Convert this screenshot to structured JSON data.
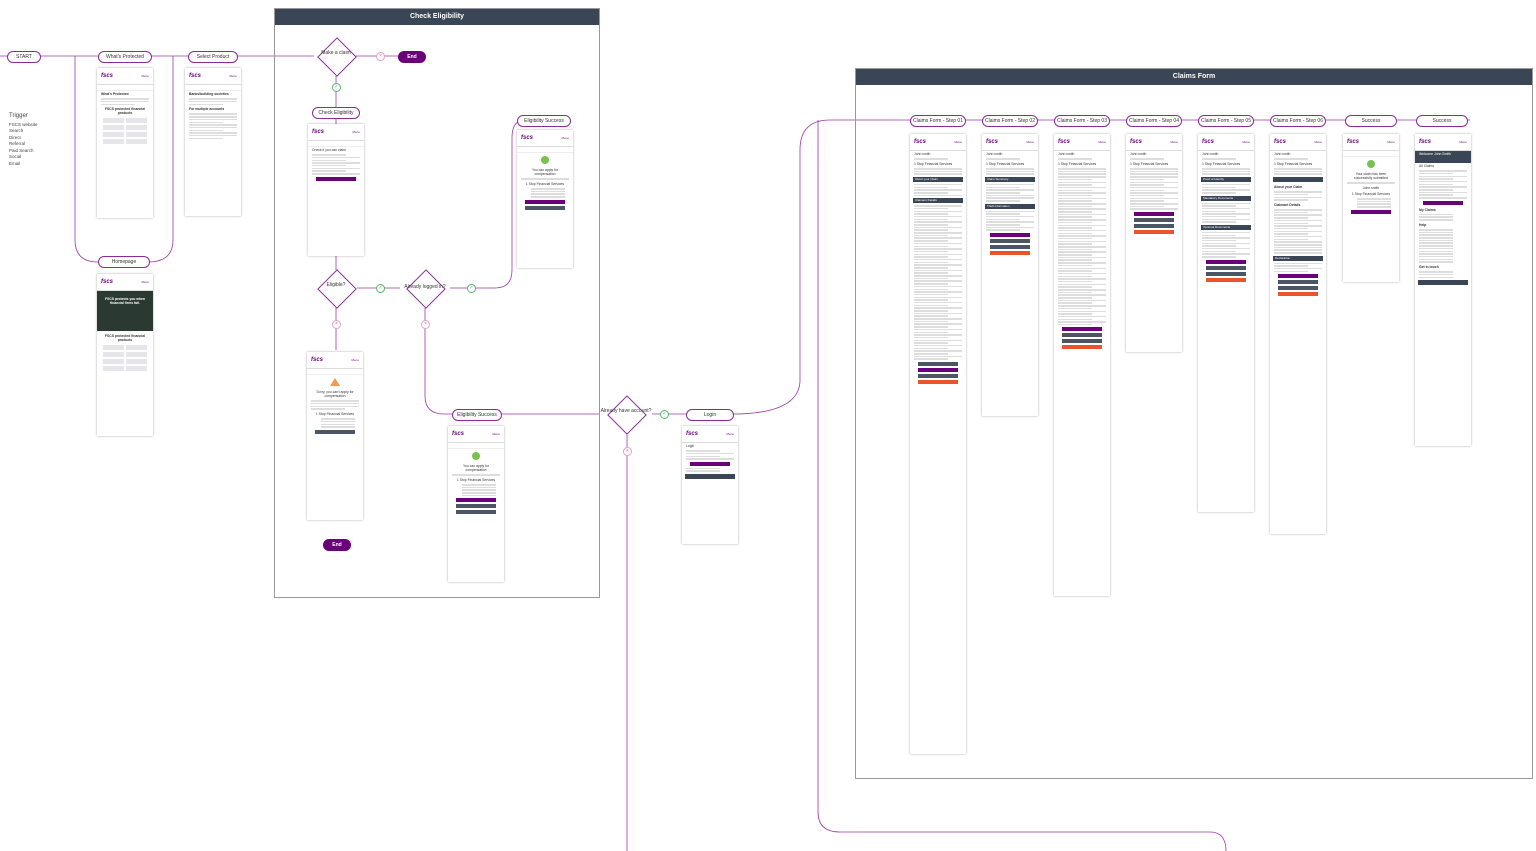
{
  "nodes": {
    "start": "START",
    "whats_protected": "What's Protected",
    "select_product": "Select Product",
    "homepage": "Homepage",
    "make_claim": "Make a claim",
    "end": "End",
    "check_eligibility": "Check Eligibility",
    "eligible": "Eligible?",
    "already_logged_in": "Already logged in?",
    "eligibility_success": "Eligibility Success",
    "already_have_account": "Already have account?",
    "login": "Login",
    "claims_steps": [
      "Claims Form - Step 01",
      "Claims Form - Step 02",
      "Claims Form - Step 03",
      "Claims Form - Step 04",
      "Claims Form - Step 05",
      "Claims Form - Step 06",
      "Success",
      "Success"
    ]
  },
  "sections": {
    "check_eligibility": "Check Eligibility",
    "claims_form": "Claims Form"
  },
  "trigger": {
    "title": "Trigger",
    "items": [
      "FSCS website",
      "Search",
      "Direct",
      "Referral",
      "Paid Search",
      "Social",
      "Email"
    ]
  },
  "screens": {
    "logo": "fscs",
    "menu": "Menu",
    "whats_protected_title": "What's Protected",
    "whats_protected_sub": "FSCS protected financial products",
    "select_product_title": "Banks/building societies",
    "select_product_sub": "For multiple accounts",
    "homepage_hero": "FSCS protects you when financial firms fail.",
    "homepage_sub": "FSCS protected financial products",
    "check_title": "Check if you can claim",
    "check_btn": "CONTINUE",
    "sorry_title": "Sorry, you can't apply for compensation",
    "sorry_firm": "1 Stop Financial Services",
    "success_title": "You can apply for compensation",
    "success_firm": "1 Stop Financial Services",
    "login_title": "Login",
    "claim_name": "John smith",
    "claim_firm": "1 Stop Financial Services",
    "about_claim": "About your Claim",
    "claimant_details": "Claimant Details",
    "claim_summary": "Claim Summary",
    "theft_info": "Theft information",
    "proof_identity": "Proof of Identity",
    "mandatory_docs": "Mandatory Documents",
    "optional_docs": "Optional Documents",
    "declaration": "Declaration",
    "submitted": "Your claim has been successfully submitted",
    "welcome": "Welcome John Smith",
    "all_claims": "All Claims",
    "my_claims": "My Claims",
    "help": "Help",
    "get_in_touch": "Get in touch"
  }
}
